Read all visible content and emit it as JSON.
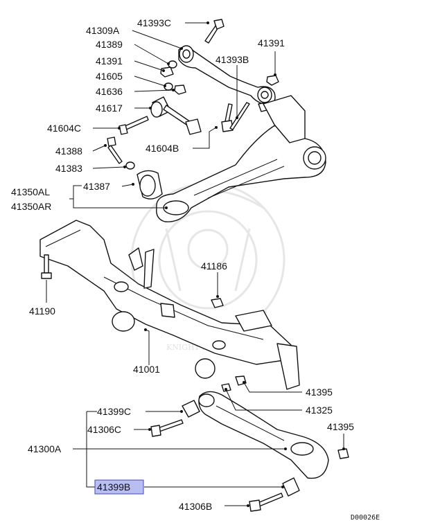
{
  "diagram": {
    "labels": {
      "p41393C": "41393C",
      "p41309A": "41309A",
      "p41389": "41389",
      "p41391_left": "41391",
      "p41391_right": "41391",
      "p41393B": "41393B",
      "p41605": "41605",
      "p41636": "41636",
      "p41617": "41617",
      "p41604C": "41604C",
      "p41604B": "41604B",
      "p41388": "41388",
      "p41383": "41383",
      "p41387": "41387",
      "p41350AL": "41350AL",
      "p41350AR": "41350AR",
      "p41186": "41186",
      "p41190": "41190",
      "p41001": "41001",
      "p41395_upper": "41395",
      "p41325": "41325",
      "p41399C": "41399C",
      "p41306C": "41306C",
      "p41395_lower": "41395",
      "p41300A": "41300A",
      "p41399B": "41399B",
      "p41306B": "41306B"
    },
    "highlighted_part": "41399B",
    "highlight_color": "#b9bef0",
    "code": "D00026E"
  }
}
